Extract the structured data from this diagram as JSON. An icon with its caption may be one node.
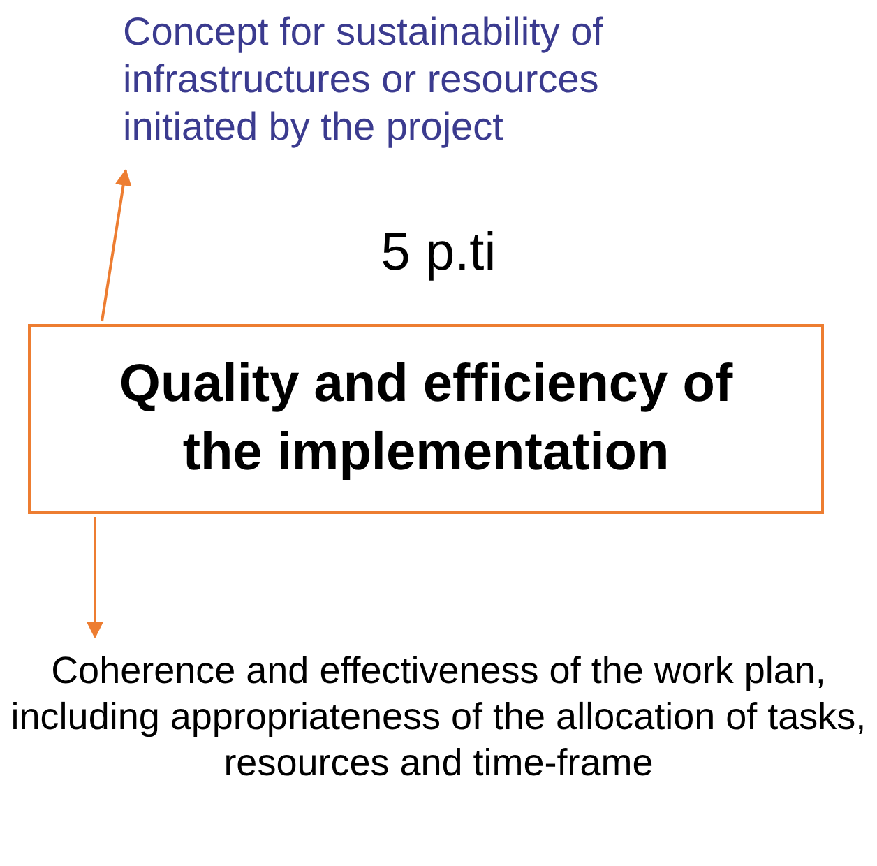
{
  "diagram": {
    "nodes": [
      {
        "text": [
          "Concept for sustainability of infrastructures or resources initiated by the project"
        ]
      },
      {
        "text": [
          "Quality and efficiency of the implementation"
        ],
        "beside": [
          "5 p.ti"
        ]
      },
      {
        "text": [
          "Coherence and effectiveness of the work plan, including appropriateness of the allocation of tasks, resources and time-frame"
        ]
      }
    ],
    "edges": [
      {
        "from": 1,
        "to": 0,
        "arrow": "to"
      },
      {
        "from": 1,
        "to": 2,
        "arrow": "to"
      }
    ]
  }
}
